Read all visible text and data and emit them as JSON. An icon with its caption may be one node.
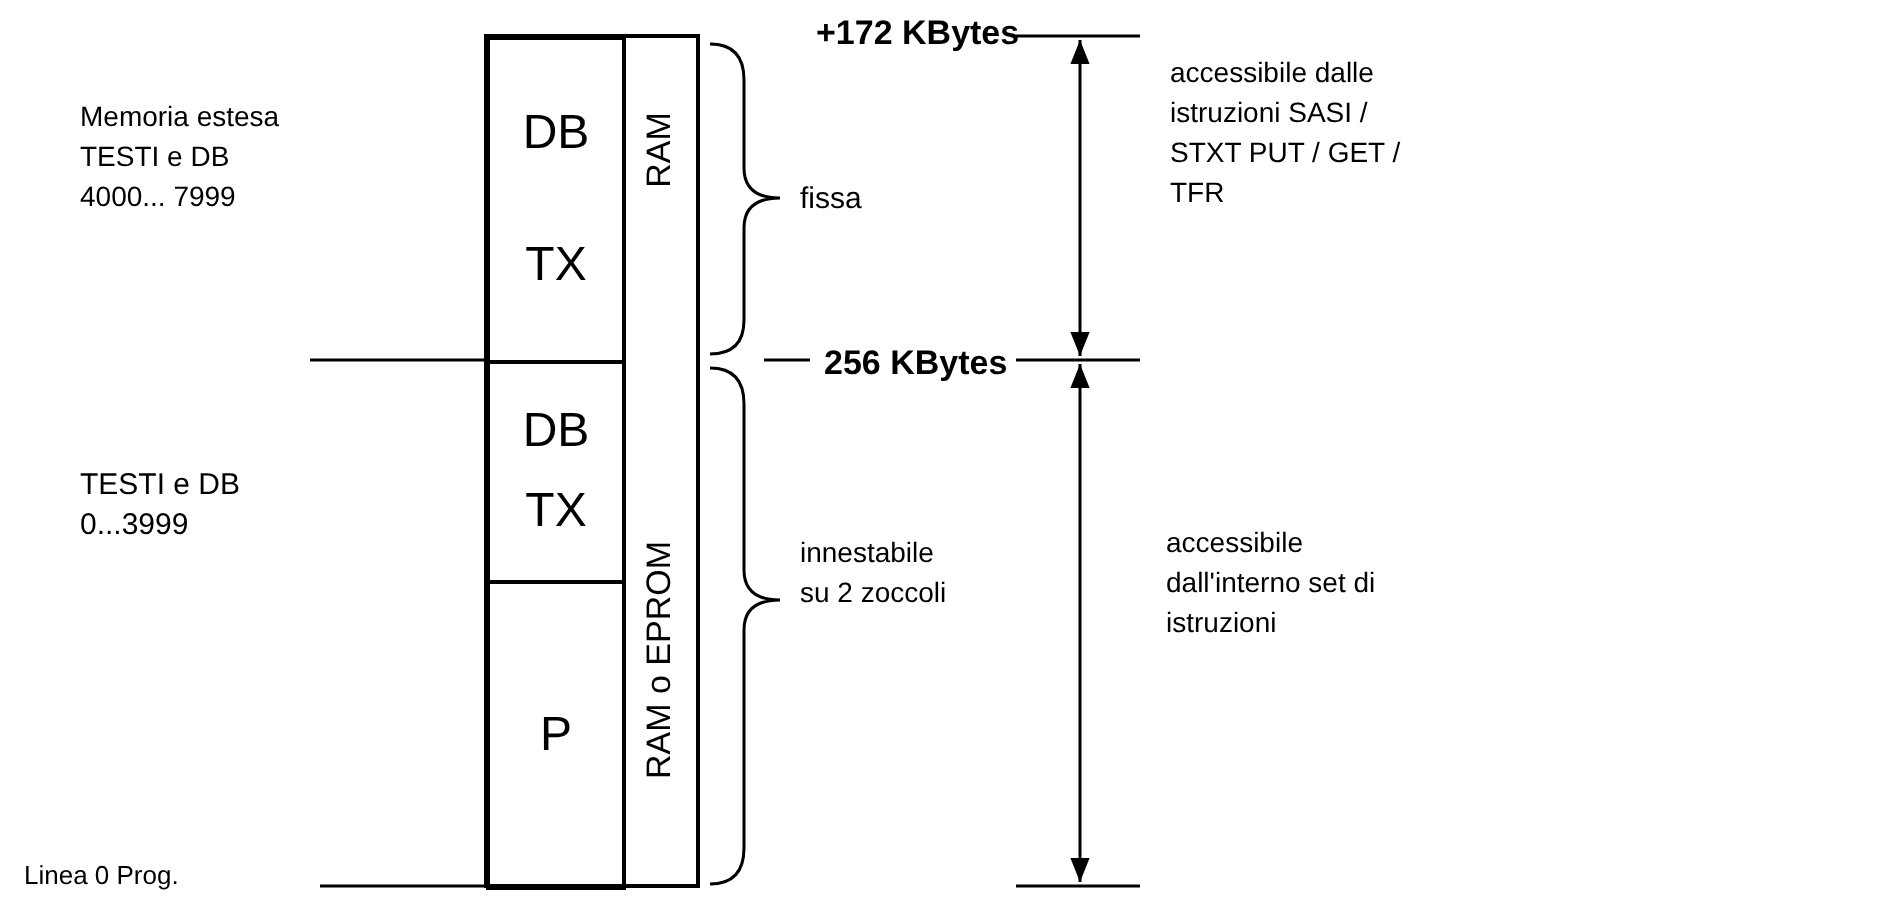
{
  "diagram": {
    "nodes": [
      {
        "text": [
          "DB",
          "TX"
        ]
      },
      {
        "text": [
          "DB",
          "TX"
        ]
      },
      {
        "text": [
          "P"
        ]
      }
    ],
    "labels": [
      "+172 KBytes",
      "accessibile dalle istruzioni SASI / STXT PUT / GET / TFR",
      "Memoria estesa TESTI e DB 4000... 7999",
      "RAM",
      "fissa",
      "256 KBytes",
      "TESTI e DB 0...3999",
      "RAM o EPROM",
      "innestabile su 2 zoccoli",
      "accessibile dall'interno set di istruzioni",
      "Linea 0 Prog."
    ]
  }
}
